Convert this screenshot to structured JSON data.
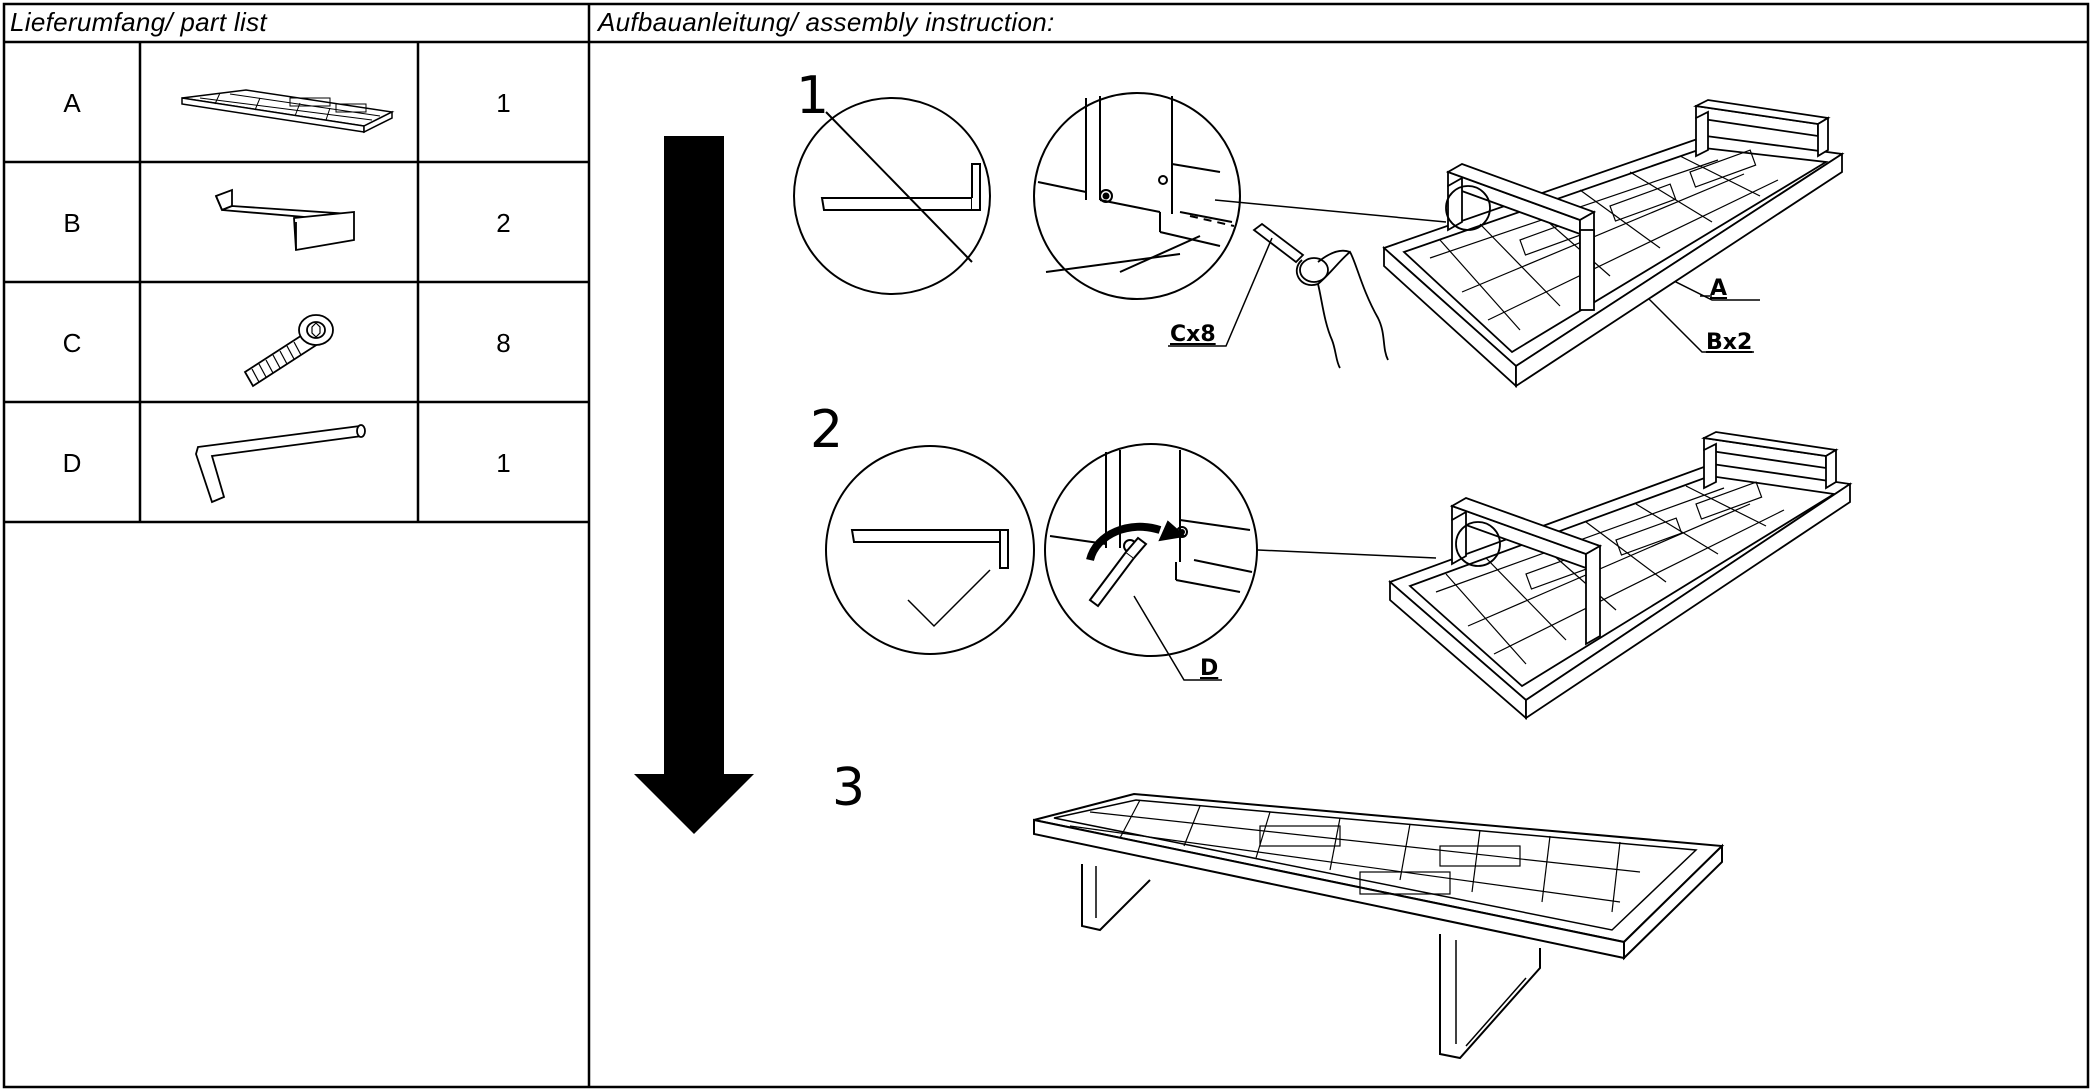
{
  "headers": {
    "parts": "Lieferumfang/ part list",
    "assembly": "Aufbauanleitung/ assembly instruction:"
  },
  "parts": [
    {
      "letter": "A",
      "qty": "1",
      "icon": "bed-frame-icon"
    },
    {
      "letter": "B",
      "qty": "2",
      "icon": "leg-bracket-icon"
    },
    {
      "letter": "C",
      "qty": "8",
      "icon": "screw-icon"
    },
    {
      "letter": "D",
      "qty": "1",
      "icon": "allen-key-icon"
    }
  ],
  "steps": [
    {
      "number": "1",
      "labels": [
        "Cx8",
        "A",
        "Bx2"
      ]
    },
    {
      "number": "2",
      "labels": [
        "D"
      ]
    },
    {
      "number": "3",
      "labels": []
    }
  ]
}
